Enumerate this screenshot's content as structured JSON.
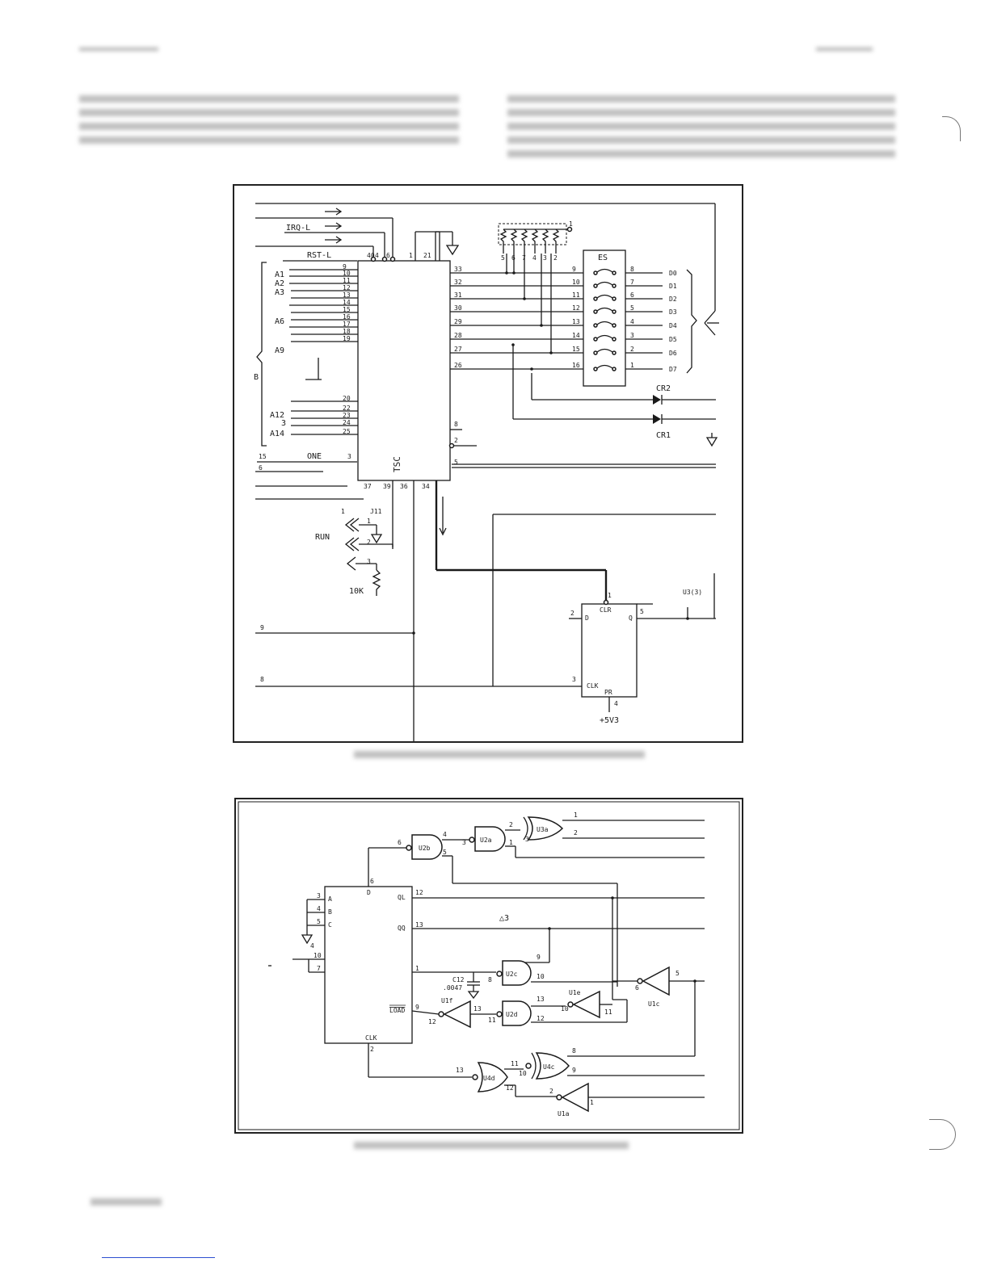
{
  "page": {
    "blurred_text": [],
    "underline_color": "#2d4fd0"
  },
  "fig1": {
    "chip_label": "TSC",
    "inputs": {
      "irq": "IRQ-L",
      "rst": "RST-L",
      "addr": [
        "A1",
        "A2",
        "A3",
        "A6",
        "A9",
        "B",
        "A12",
        "3",
        "A14"
      ],
      "one": "ONE",
      "side_nums": [
        "15",
        "6"
      ]
    },
    "left_pins": [
      "40",
      "9",
      "10",
      "11",
      "12",
      "13",
      "14",
      "15",
      "16",
      "17",
      "18",
      "19",
      "20",
      "22",
      "23",
      "24",
      "25",
      "3"
    ],
    "top_pins": [
      "4",
      "6",
      "1",
      "21"
    ],
    "right_pins": [
      "33",
      "32",
      "31",
      "30",
      "29",
      "28",
      "27",
      "26",
      "8",
      "2",
      "5"
    ],
    "bottom_pins": [
      "37",
      "39",
      "36",
      "34"
    ],
    "rpack_pins": [
      "5",
      "6",
      "7",
      "4",
      "3",
      "2"
    ],
    "rpack_one": "1",
    "es_label": "ES",
    "es_left_pins": [
      "9",
      "10",
      "11",
      "12",
      "13",
      "14",
      "15",
      "16"
    ],
    "es_right_pins": [
      "8",
      "7",
      "6",
      "5",
      "4",
      "3",
      "2",
      "1"
    ],
    "data_lines": [
      "D0",
      "D1",
      "D2",
      "D3",
      "D4",
      "D5",
      "D6",
      "D7"
    ],
    "diodes": [
      "CR2",
      "CR1"
    ],
    "jumper": {
      "name": "J11",
      "left_num": "1",
      "pins": [
        "1",
        "2",
        "3"
      ],
      "run": "RUN",
      "resistor": "10K"
    },
    "flipflop": {
      "clr": "CLR",
      "d": "D",
      "q": "Q",
      "clk": "CLK",
      "pr": "PR",
      "pins": [
        "1",
        "2",
        "5",
        "3",
        "4"
      ],
      "supply": "+5V3",
      "out": "U3(3)"
    },
    "left_nums": [
      "9",
      "8"
    ]
  },
  "fig2": {
    "counter": {
      "pins_left": [
        "3",
        "4",
        "5",
        "10",
        "7"
      ],
      "labels_left": [
        "A",
        "B",
        "C"
      ],
      "d": "D",
      "pin_d": "6",
      "ql": "QL",
      "pin_ql": "12",
      "qq": "QQ",
      "pin_qq": "13",
      "pin_mid": "1",
      "load": "LOAD",
      "pin_load": "9",
      "clk": "CLK",
      "pin_clk": "2"
    },
    "ground_num": "4",
    "gates": {
      "u3a": {
        "name": "U3a",
        "pins": [
          "2",
          "3",
          "1",
          "2"
        ]
      },
      "u2a": {
        "name": "U2a",
        "pins": [
          "3",
          "1"
        ]
      },
      "u2b": {
        "name": "U2b",
        "pins": [
          "6",
          "4",
          "5"
        ]
      },
      "u2c": {
        "name": "U2c",
        "pins": [
          "9",
          "8",
          "10"
        ]
      },
      "u2d": {
        "name": "U2d",
        "pins": [
          "13",
          "11",
          "12"
        ]
      },
      "u1f": {
        "name": "U1f",
        "pins": [
          "13",
          "12"
        ]
      },
      "u1e": {
        "name": "U1e",
        "pins": [
          "10",
          "11"
        ]
      },
      "u1c": {
        "name": "U1c",
        "pins": [
          "6",
          "5"
        ]
      },
      "u4d": {
        "name": "U4d",
        "pins": [
          "13",
          "11",
          "12"
        ]
      },
      "u4c": {
        "name": "U4c",
        "pins": [
          "10",
          "8",
          "9"
        ]
      },
      "u1a": {
        "name": "U1a",
        "pins": [
          "2",
          "1"
        ]
      }
    },
    "cap": {
      "name": "C12",
      "value": ".0047"
    },
    "delta": "△3"
  }
}
